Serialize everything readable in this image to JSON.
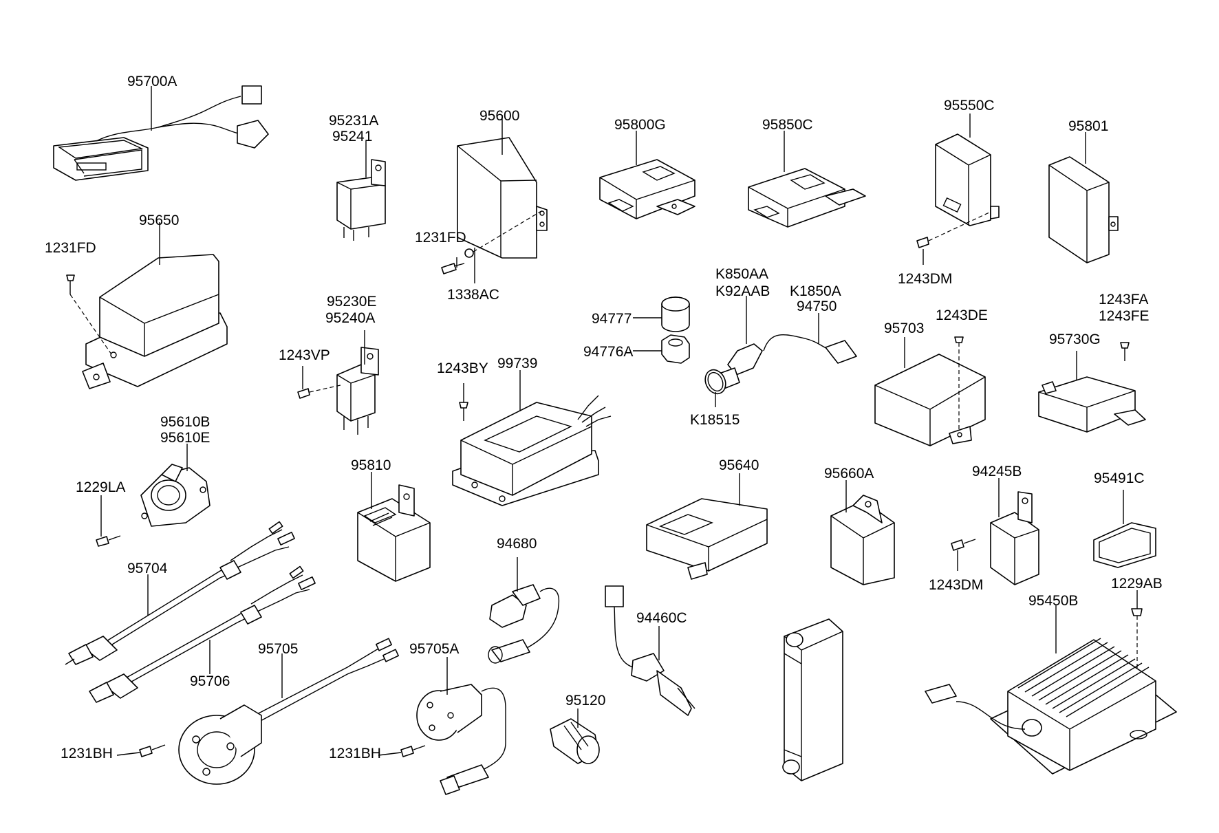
{
  "labels": {
    "l_95700A": "95700A",
    "l_95231A": "95231A",
    "l_95241": "95241",
    "l_95600": "95600",
    "l_95800G": "95800G",
    "l_95850C": "95850C",
    "l_95550C": "95550C",
    "l_95801": "95801",
    "l_95650": "95650",
    "l_1231FD_a": "1231FD",
    "l_1231FD_b": "1231FD",
    "l_1338AC": "1338AC",
    "l_1243DM_a": "1243DM",
    "l_K850AA": "K850AA",
    "l_K92AAB": "K92AAB",
    "l_K1850A": "K1850A",
    "l_94750": "94750",
    "l_95230E": "95230E",
    "l_95240A": "95240A",
    "l_94777": "94777",
    "l_94776A": "94776A",
    "l_1243VP": "1243VP",
    "l_99739": "99739",
    "l_1243BY": "1243BY",
    "l_K18515": "K18515",
    "l_95703": "95703",
    "l_1243DE": "1243DE",
    "l_1243FA": "1243FA",
    "l_1243FE": "1243FE",
    "l_95730G": "95730G",
    "l_95610B": "95610B",
    "l_95610E": "95610E",
    "l_1229LA": "1229LA",
    "l_95810": "95810",
    "l_95640": "95640",
    "l_95660A": "95660A",
    "l_94245B": "94245B",
    "l_95491C": "95491C",
    "l_1243DM_b": "1243DM",
    "l_95704": "95704",
    "l_94680": "94680",
    "l_1229AB": "1229AB",
    "l_95450B": "95450B",
    "l_95706": "95706",
    "l_95705": "95705",
    "l_95705A": "95705A",
    "l_94460C": "94460C",
    "l_95120": "95120",
    "l_1231BH_a": "1231BH",
    "l_1231BH_b": "1231BH"
  }
}
